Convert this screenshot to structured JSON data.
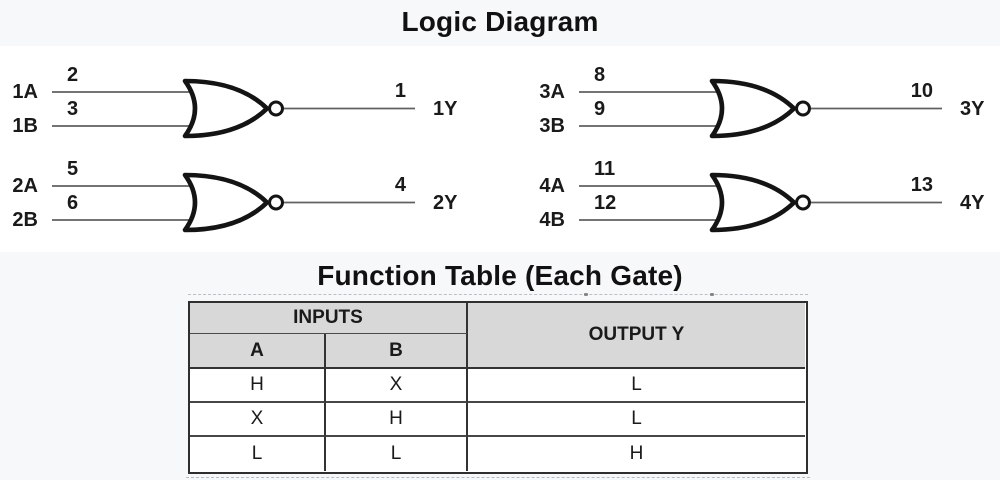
{
  "page": {
    "logic_title": "Logic Diagram",
    "table_title": "Function Table (Each Gate)"
  },
  "gates": [
    {
      "input_a_label": "1A",
      "input_b_label": "1B",
      "pin_a": "2",
      "pin_b": "3",
      "output_pin": "1",
      "output_label": "1Y"
    },
    {
      "input_a_label": "2A",
      "input_b_label": "2B",
      "pin_a": "5",
      "pin_b": "6",
      "output_pin": "4",
      "output_label": "2Y"
    },
    {
      "input_a_label": "3A",
      "input_b_label": "3B",
      "pin_a": "8",
      "pin_b": "9",
      "output_pin": "10",
      "output_label": "3Y"
    },
    {
      "input_a_label": "4A",
      "input_b_label": "4B",
      "pin_a": "11",
      "pin_b": "12",
      "output_pin": "13",
      "output_label": "4Y"
    }
  ],
  "function_table": {
    "inputs_header": "INPUTS",
    "output_header": "OUTPUT Y",
    "col_a": "A",
    "col_b": "B",
    "rows": [
      {
        "a": "H",
        "b": "X",
        "y": "L"
      },
      {
        "a": "X",
        "b": "H",
        "y": "L"
      },
      {
        "a": "L",
        "b": "L",
        "y": "H"
      }
    ]
  },
  "colors": {
    "header_fill": "#d8d8d8",
    "band_background": "#f7f8fa",
    "wire": "#616161",
    "gate_outline": "#141414"
  }
}
